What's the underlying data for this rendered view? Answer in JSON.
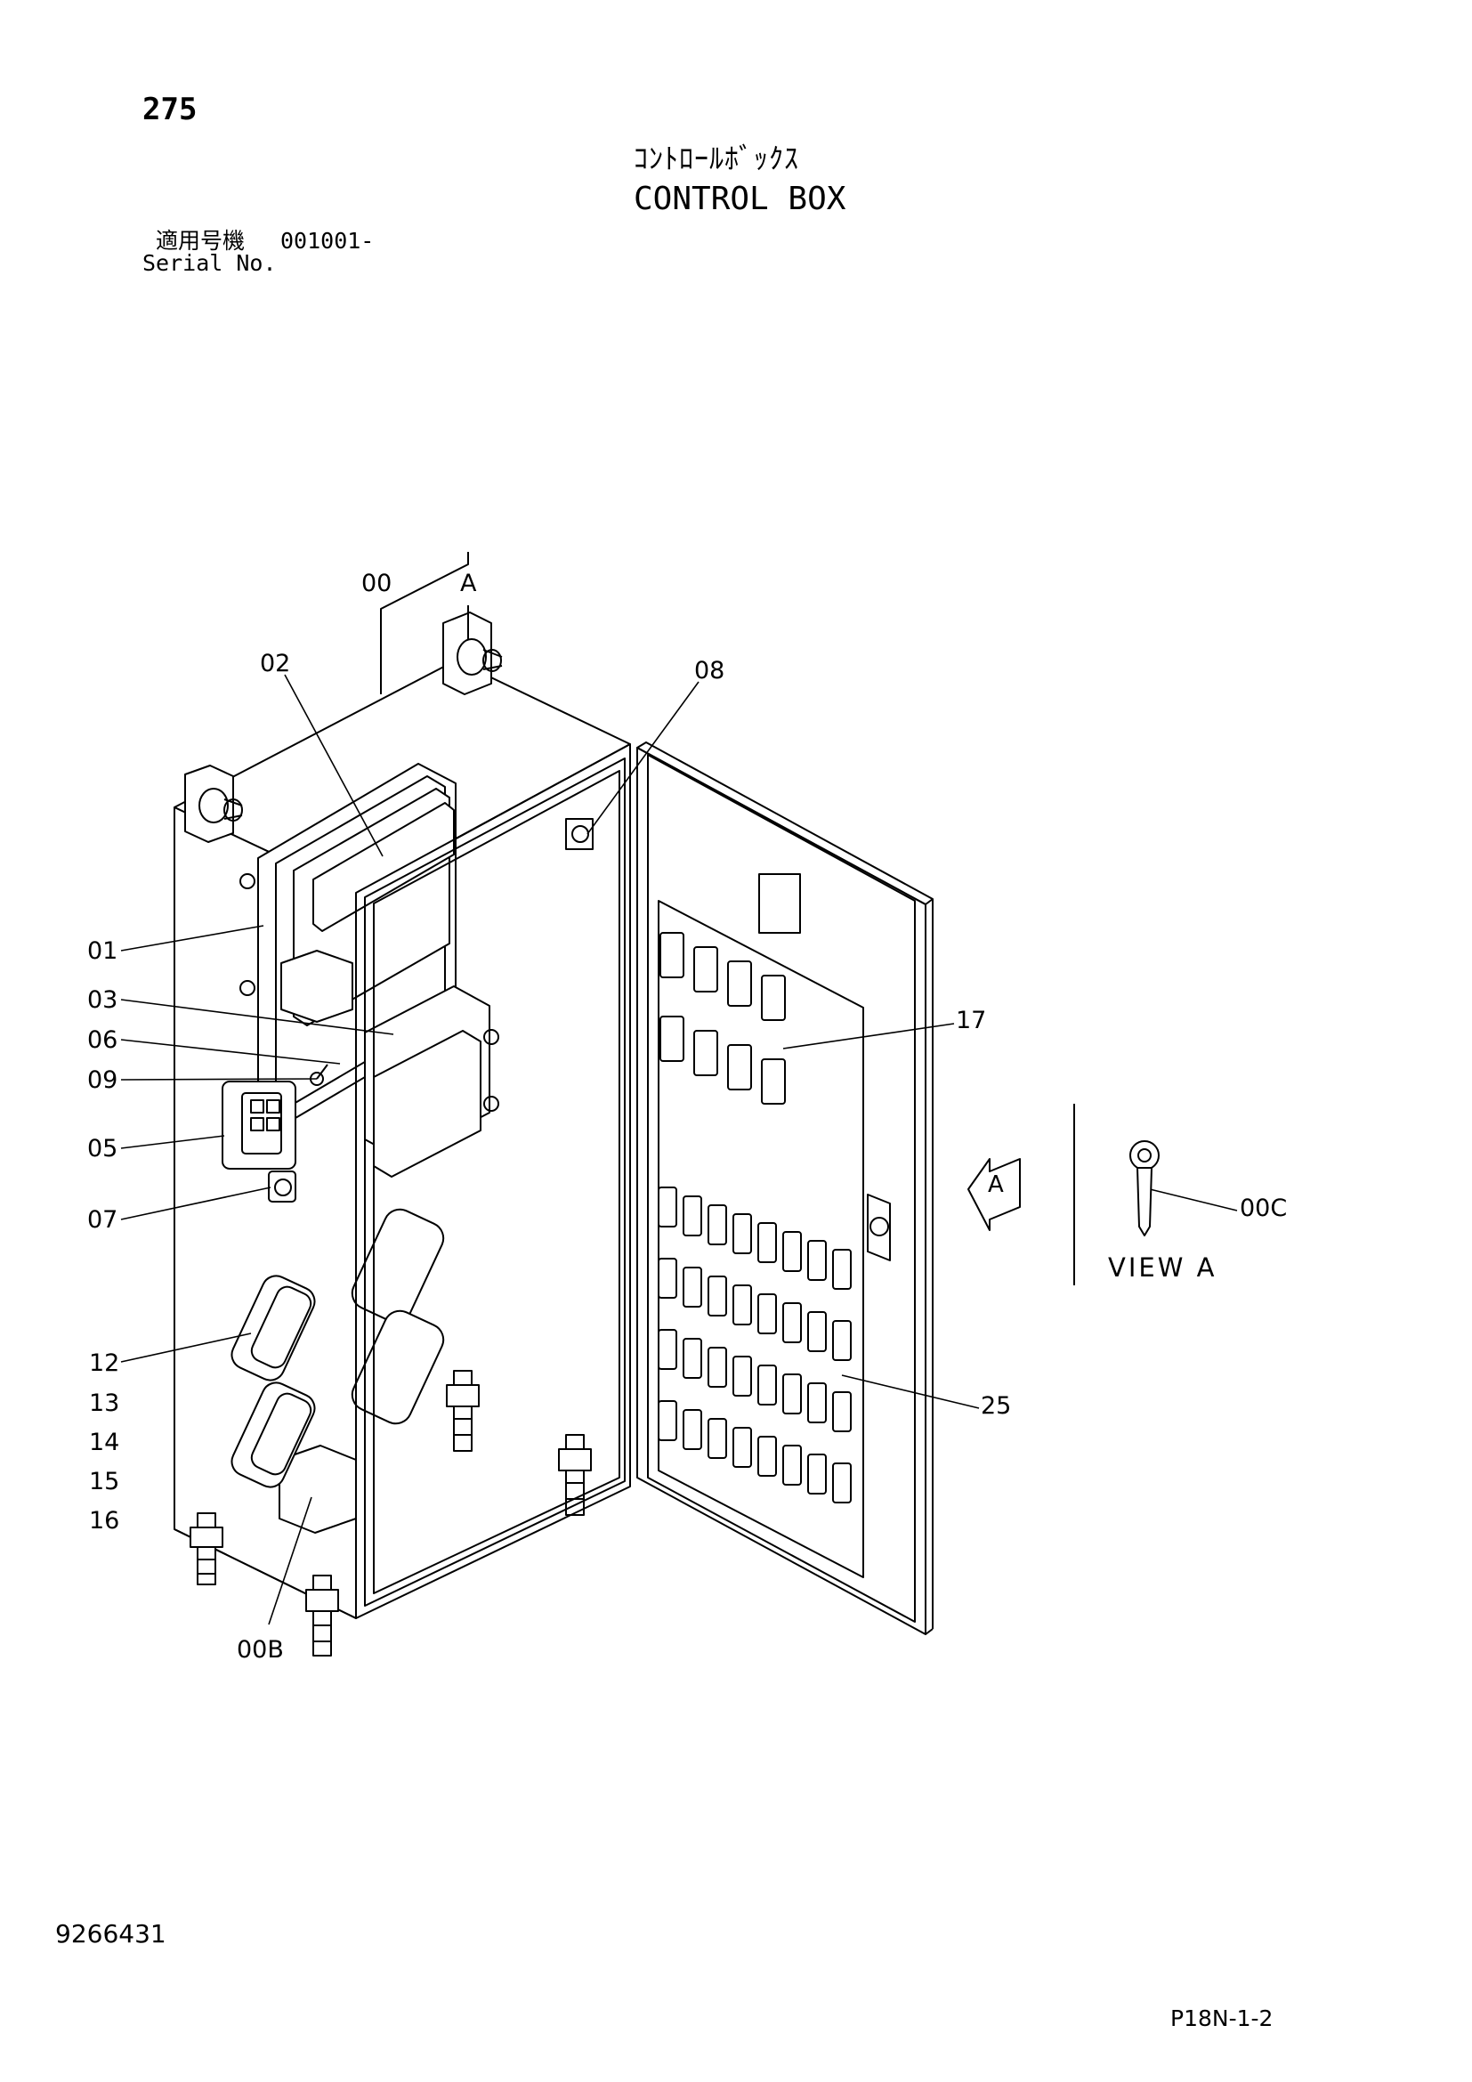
{
  "header": {
    "page_number": "275",
    "title_jp": "ｺﾝﾄﾛｰﾙﾎﾞｯｸｽ",
    "title_en": "CONTROL BOX",
    "serial_label_jp": "適用号機",
    "serial_value": "001001-",
    "serial_label_en": "Serial No."
  },
  "callouts": {
    "c00": "00",
    "cA": "A",
    "c02": "02",
    "c08": "08",
    "c01": "01",
    "c03": "03",
    "c06": "06",
    "c09": "09",
    "c05": "05",
    "c07": "07",
    "c12": "12",
    "c13": "13",
    "c14": "14",
    "c15": "15",
    "c16": "16",
    "c00B": "00B",
    "c17": "17",
    "c25": "25",
    "c00C": "00C",
    "view_arrow_letter": "A",
    "view_label": "VIEW A"
  },
  "footer": {
    "doc_number": "9266431",
    "page_code": "P18N-1-2"
  },
  "colors": {
    "ink": "#000000",
    "paper": "#ffffff"
  }
}
